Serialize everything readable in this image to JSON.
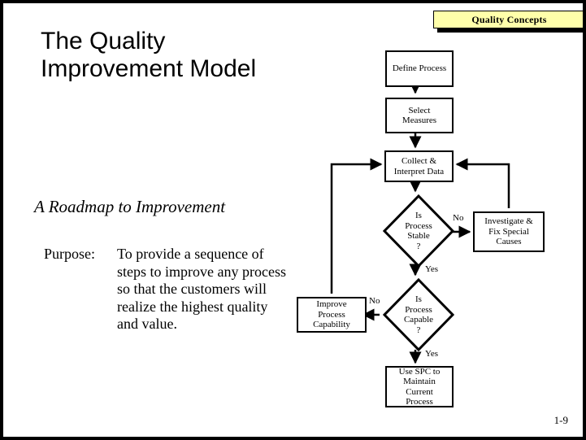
{
  "banner": {
    "label": "Quality Concepts",
    "fill_color": "#ffffaa",
    "shadow_color": "#000000"
  },
  "title": "The Quality Improvement Model",
  "subtitle": "A Roadmap to Improvement",
  "purpose": {
    "label": "Purpose:",
    "text": "To provide a sequence of steps to improve any process so that the customers will realize the highest quality and value."
  },
  "page_number": "1-9",
  "flowchart": {
    "nodes": [
      {
        "id": "define-process",
        "shape": "box",
        "label": "Define Process"
      },
      {
        "id": "select-measures",
        "shape": "box",
        "label": "Select\nMeasures"
      },
      {
        "id": "collect-interpret",
        "shape": "box",
        "label": "Collect &\nInterpret Data"
      },
      {
        "id": "is-process-stable",
        "shape": "diamond",
        "label": "Is\nProcess\nStable\n?"
      },
      {
        "id": "investigate-fix",
        "shape": "box",
        "label": "Investigate &\nFix Special\nCauses"
      },
      {
        "id": "is-process-capable",
        "shape": "diamond",
        "label": "Is\nProcess\nCapable\n?"
      },
      {
        "id": "improve-capability",
        "shape": "box",
        "label": "Improve\nProcess\nCapability"
      },
      {
        "id": "use-spc",
        "shape": "box",
        "label": "Use SPC to\nMaintain\nCurrent\nProcess"
      }
    ],
    "edge_labels": {
      "stable_no": "No",
      "stable_yes": "Yes",
      "capable_no": "No",
      "capable_yes": "Yes"
    }
  }
}
